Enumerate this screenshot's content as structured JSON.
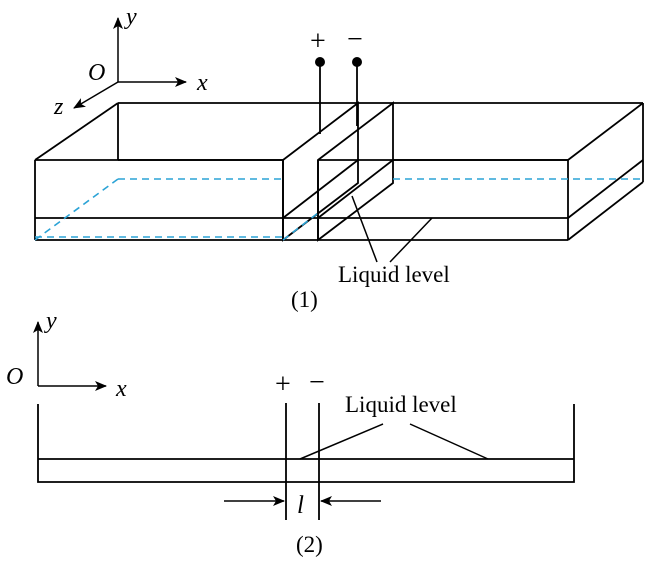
{
  "figure1": {
    "axes": {
      "x": "x",
      "y": "y",
      "z": "z",
      "origin": "O"
    },
    "terminals": {
      "positive": "+",
      "negative": "−"
    },
    "label_liquid": "Liquid level",
    "caption": "(1)"
  },
  "figure2": {
    "axes": {
      "x": "x",
      "y": "y",
      "origin": "O"
    },
    "terminals": {
      "positive": "+",
      "negative": "−"
    },
    "label_liquid": "Liquid level",
    "gap_label": "l",
    "caption": "(2)"
  },
  "colors": {
    "line": "#000000",
    "liquid_dashed": "#2ba3d6"
  }
}
